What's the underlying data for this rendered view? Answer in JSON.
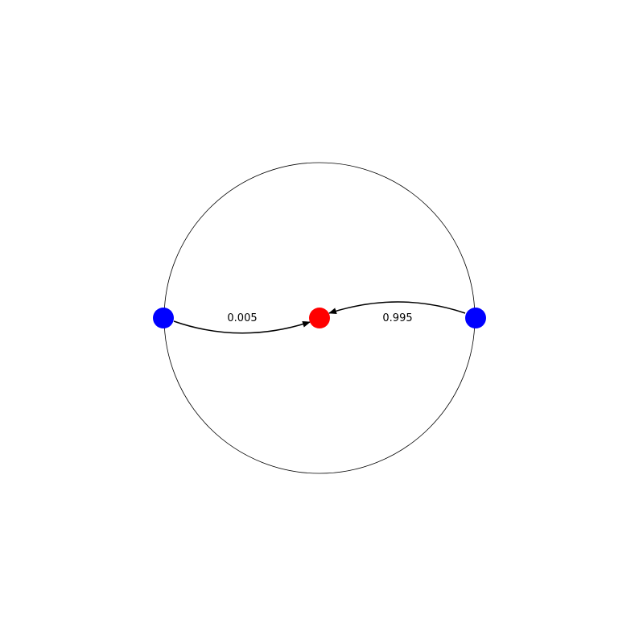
{
  "diagram": {
    "nodes": [
      {
        "id": "left",
        "role": "source",
        "color": "#0000ff"
      },
      {
        "id": "center",
        "role": "target",
        "color": "#ff0000"
      },
      {
        "id": "right",
        "role": "source",
        "color": "#0000ff"
      }
    ],
    "edges": [
      {
        "from": "left",
        "to": "center",
        "label": "0.005"
      },
      {
        "from": "right",
        "to": "center",
        "label": "0.995"
      }
    ],
    "boundary": {
      "shape": "circle",
      "stroke_color": "#000000"
    },
    "edge_color": "#000000"
  }
}
